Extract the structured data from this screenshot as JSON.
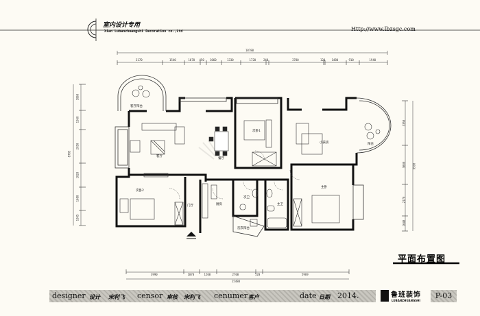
{
  "header": {
    "brand_cn": "室内设计专用",
    "brand_en": "Xian Lubanzhuangshi Decoration co.,Ltd",
    "url": "Http://www.lbzsgc.com"
  },
  "drawing": {
    "title": "平面布置图",
    "rooms": {
      "living_balcony": "客厅阳台",
      "living": "客厅",
      "dining": "餐厅",
      "bedroom1": "次卧1",
      "bedroom2": "次卧2",
      "kids_room": "小孩房",
      "balcony": "阳台",
      "master": "主卧",
      "kitchen": "厨房",
      "bath2": "次卫",
      "bath1": "主卫",
      "laundry_balcony": "洗衣阳台",
      "foyer": "门厅"
    },
    "dims_top_total": "18780",
    "dims_top": [
      "3170",
      "1540",
      "1070",
      "450",
      "1060",
      "1330",
      "1720",
      "240",
      "3780",
      "120",
      "1480",
      "910",
      "1940"
    ],
    "dims_bottom": [
      "3990",
      "1070",
      "1200",
      "2700",
      "520",
      "5969"
    ],
    "dims_bottom_total": "15480",
    "dims_left": [
      "1860",
      "1560",
      "2050",
      "1820",
      "1680",
      "1005"
    ],
    "dims_left_total": "8785",
    "dims_right": [
      "3350",
      "3600",
      "2170",
      "1640"
    ],
    "dims_right_total": "9500"
  },
  "footer": {
    "designer_label": "designer",
    "designer_cn": "设计",
    "designer_name": "宋利飞",
    "censor_label": "censor",
    "censor_cn": "审核",
    "censor_name": "宋利飞",
    "customer_label": "cenumer",
    "customer_cn": "客户",
    "date_label": "date",
    "date_cn": "日期",
    "date_value": "2014.",
    "company_cn": "鲁班装饰",
    "company_en": "LUBANZHUANGSHI",
    "page": "P-03"
  }
}
